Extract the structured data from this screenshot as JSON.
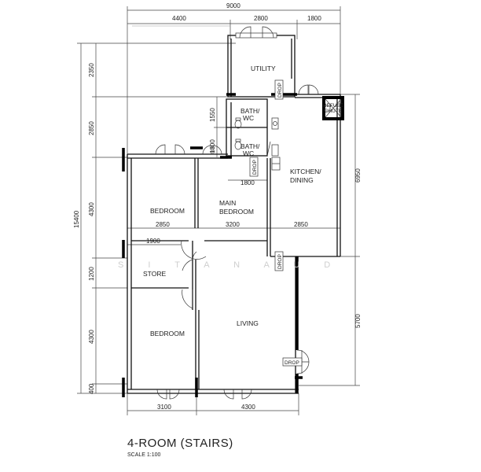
{
  "title": "4-ROOM (STAIRS)",
  "scale": "SCALE  1:100",
  "watermark": "S I T A N A U D",
  "rooms": {
    "utility": "UTILITY",
    "bath1_a": "BATH/",
    "bath1_b": "WC",
    "bath2_a": "BATH/",
    "bath2_b": "WC",
    "kitchen_a": "KITCHEN/",
    "kitchen_b": "DINING",
    "bedroom1": "BEDROOM",
    "main_bedroom_a": "MAIN",
    "main_bedroom_b": "BEDROOM",
    "store": "STORE",
    "bedroom2": "BEDROOM",
    "living": "LIVING"
  },
  "labels": {
    "drop1": "DROP",
    "drop2": "DROP",
    "drop3": "DROP",
    "drop4": "DROP",
    "refuse_a": "REFUSE",
    "refuse_b": "CHUTE"
  },
  "dims": {
    "top_total": "9000",
    "top_1": "4400",
    "top_2": "2800",
    "top_3": "1800",
    "left_total": "15400",
    "left_1": "2350",
    "left_2": "2850",
    "left_3": "4300",
    "left_4": "1200",
    "left_5": "4300",
    "left_6": "400",
    "right_1": "6950",
    "right_2": "5700",
    "bath_1550": "1550",
    "bath_1300": "1300",
    "bath_1800": "1800",
    "row_2850a": "2850",
    "row_3200": "3200",
    "row_2850b": "2850",
    "store_1900": "1900",
    "bottom_1": "3100",
    "bottom_2": "4300"
  }
}
